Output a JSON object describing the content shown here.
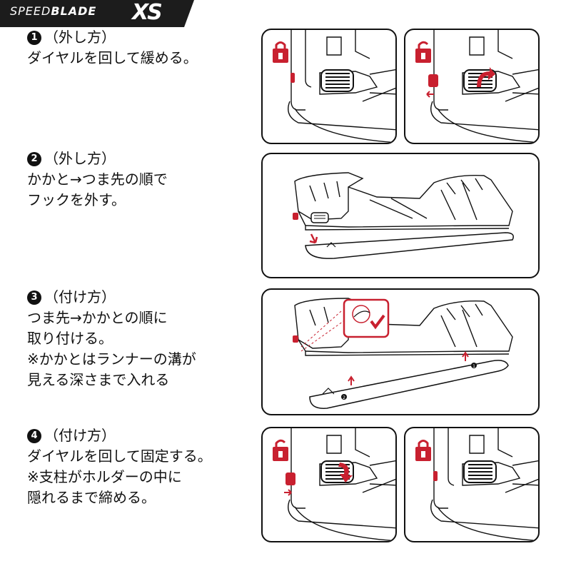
{
  "banner": {
    "brand_part1": "SPEED",
    "brand_part2": "BLADE",
    "model": "XS"
  },
  "steps": [
    {
      "number": "1",
      "heading": "（外し方）",
      "lines": [
        "ダイヤルを回して緩める。"
      ]
    },
    {
      "number": "2",
      "heading": "（外し方）",
      "lines": [
        "かかと→つま先の順で",
        "フックを外す。"
      ]
    },
    {
      "number": "3",
      "heading": "（付け方）",
      "lines": [
        "つま先→かかとの順に",
        "取り付ける。",
        "※かかとはランナーの溝が",
        "見える深さまで入れる"
      ]
    },
    {
      "number": "4",
      "heading": "（付け方）",
      "lines": [
        "ダイヤルを回して固定する。",
        "※支柱がホルダーの中に",
        "隠れるまで締める。"
      ]
    }
  ],
  "colors": {
    "accent": "#c8202f",
    "outline": "#111111"
  },
  "diagram_labels": {
    "runner_mark_1": "1",
    "runner_mark_2": "2"
  }
}
